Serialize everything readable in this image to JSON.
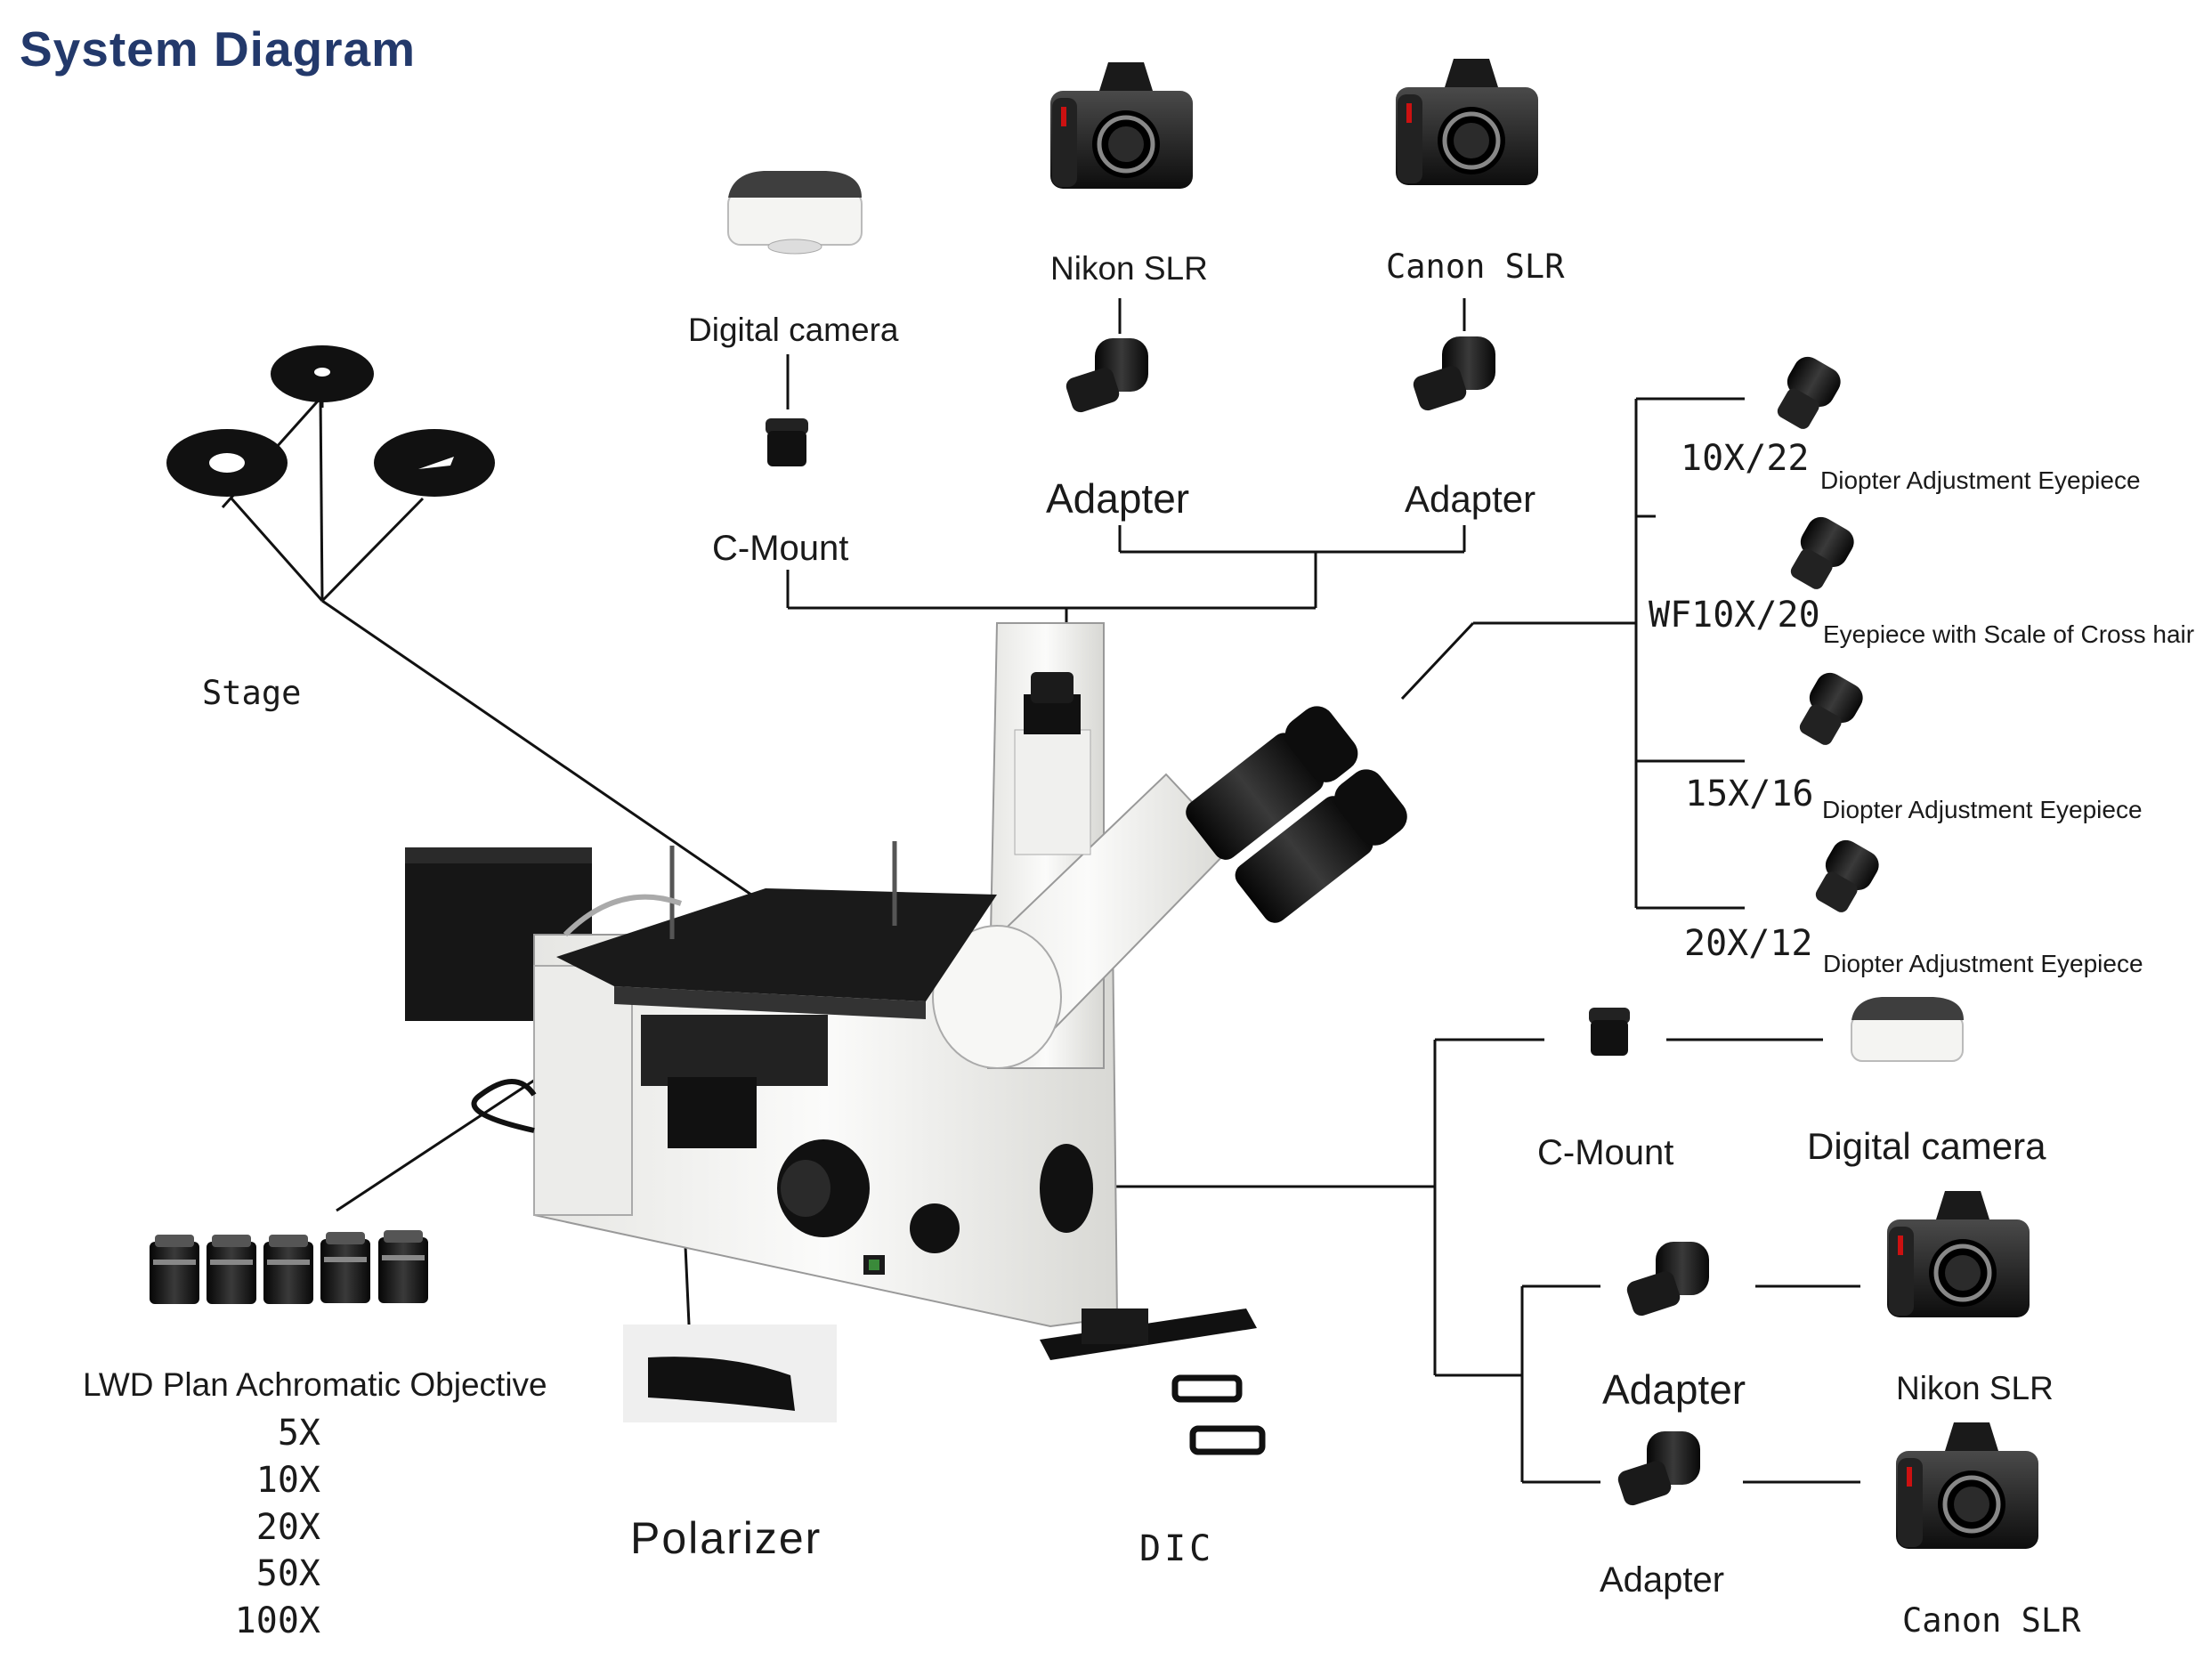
{
  "title": "System Diagram",
  "top": {
    "digital_camera": "Digital camera",
    "c_mount": "C-Mount",
    "nikon_slr": "Nikon SLR",
    "canon_slr": "Canon  SLR",
    "adapter_left": "Adapter",
    "adapter_right": "Adapter"
  },
  "stage_label": "Stage",
  "eyepieces": [
    {
      "spec": "10X/22",
      "desc": "Diopter Adjustment Eyepiece"
    },
    {
      "spec": "WF10X/20",
      "desc": "Eyepiece with Scale of Cross hair"
    },
    {
      "spec": "15X/16",
      "desc": "Diopter Adjustment Eyepiece"
    },
    {
      "spec": "20X/12",
      "desc": "Diopter Adjustment Eyepiece"
    }
  ],
  "right_side": {
    "c_mount": "C-Mount",
    "digital_camera": "Digital camera",
    "adapter_upper": "Adapter",
    "nikon_slr": "Nikon SLR",
    "adapter_lower": "Adapter",
    "canon_slr": "Canon  SLR"
  },
  "objective": {
    "label": "LWD Plan Achromatic Objective",
    "magnifications": [
      "5X",
      "10X",
      "20X",
      "50X",
      "100X"
    ]
  },
  "polarizer": "Polarizer",
  "dic": "DIC",
  "colors": {
    "title": "#23396b",
    "line": "#111111",
    "body": "#f0f0ee",
    "dark": "#151515"
  }
}
